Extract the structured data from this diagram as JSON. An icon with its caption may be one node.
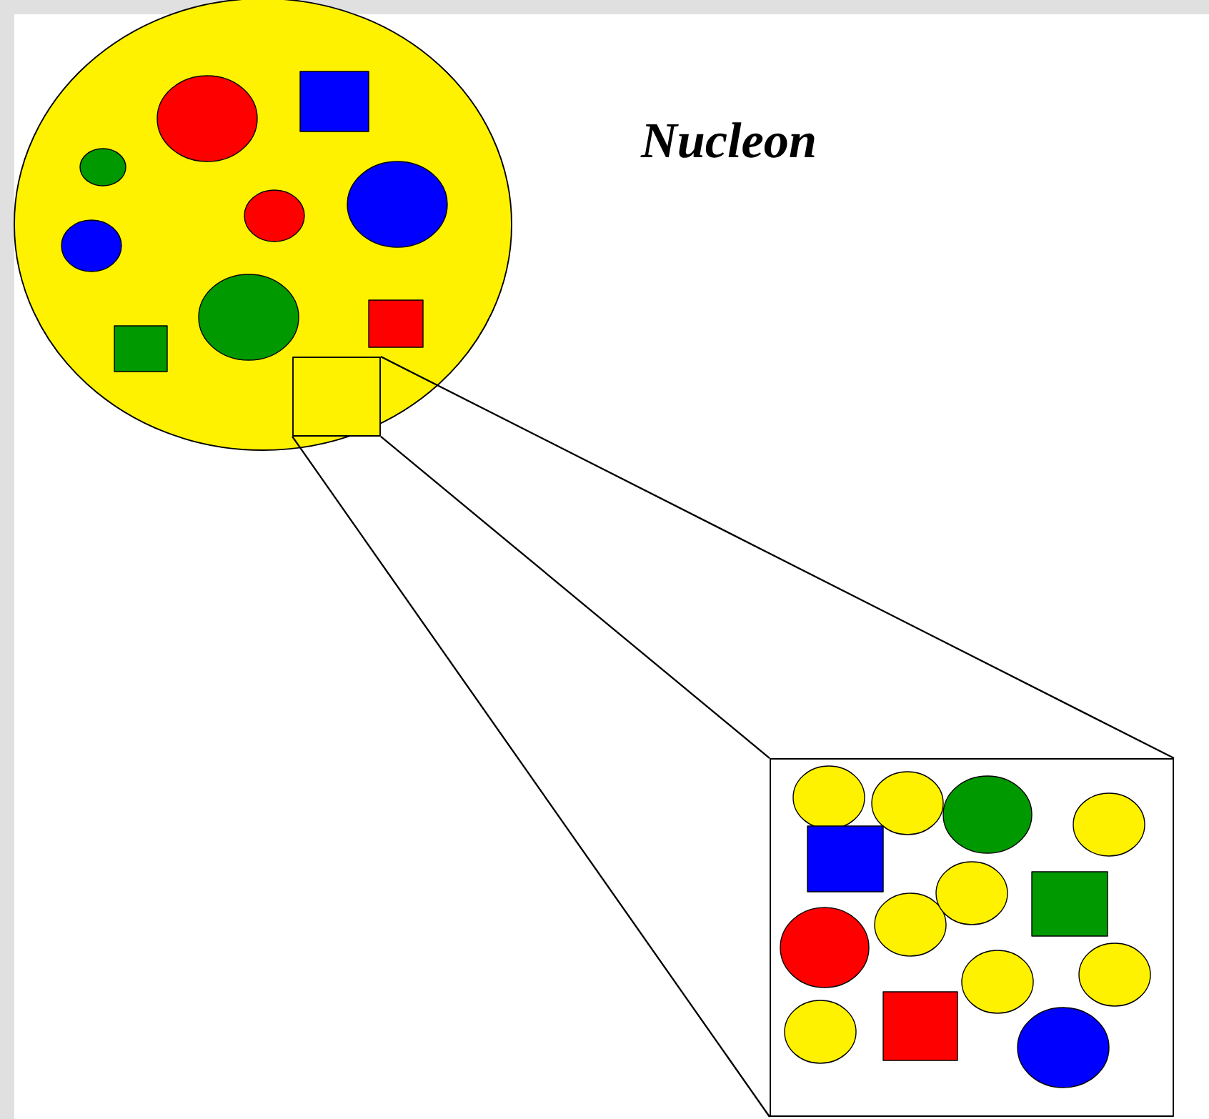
{
  "diagram": {
    "nodes": [
      {
        "text": [],
        "shape": "circle",
        "beside": [
          "Nucleon"
        ]
      },
      {
        "text": [],
        "shape": "box",
        "in": 0
      },
      {
        "text": [],
        "shape": "box"
      }
    ],
    "edges": [
      {
        "from": 1,
        "to": 2,
        "arrow": "none"
      },
      {
        "from": 1,
        "to": 2,
        "arrow": "none"
      },
      {
        "from": 1,
        "to": 2,
        "arrow": "none"
      }
    ]
  }
}
